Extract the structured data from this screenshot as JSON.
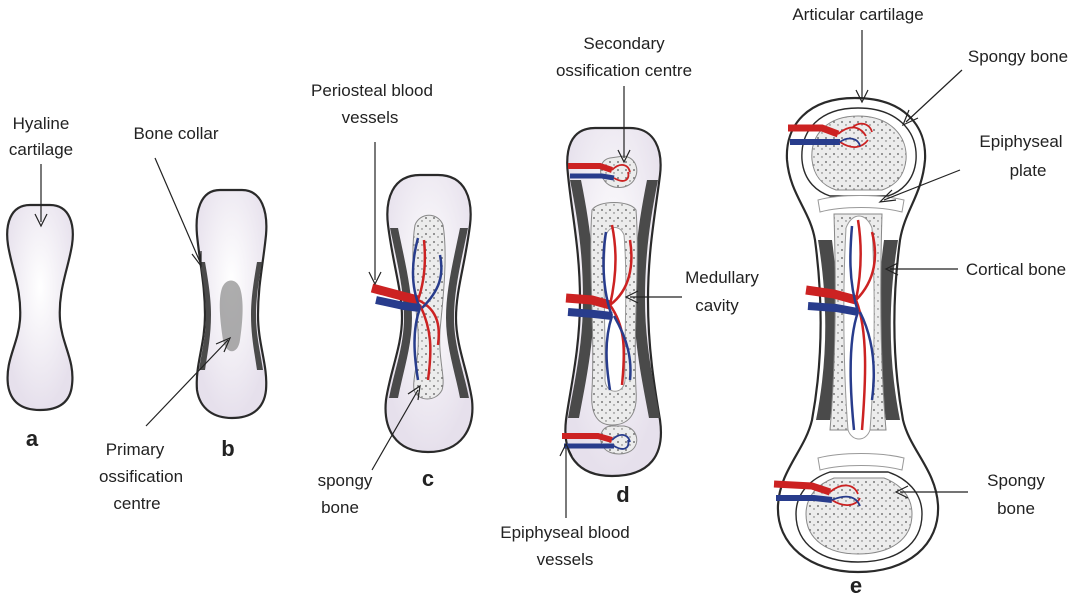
{
  "panels": [
    {
      "letter": "a",
      "labels": [
        "Hyaline",
        "cartilage"
      ]
    },
    {
      "letter": "b",
      "labels": [
        "Bone collar",
        "Primary",
        "ossification",
        "centre"
      ]
    },
    {
      "letter": "c",
      "labels": [
        "Periosteal blood",
        "vessels",
        "spongy",
        "bone"
      ]
    },
    {
      "letter": "d",
      "labels": [
        "Secondary",
        "ossification centre",
        "Medullary",
        "cavity",
        "Epiphyseal blood",
        "vessels"
      ]
    },
    {
      "letter": "e",
      "labels": [
        "Articular cartilage",
        "Spongy bone",
        "Epiphyseal",
        "plate",
        "Cortical bone",
        "Spongy",
        "bone"
      ]
    }
  ],
  "colors": {
    "cartilage": "#e9e4ee",
    "spongy": "#ebebeb",
    "cortical": "#4a4a4a",
    "artery": "#cc2222",
    "vein": "#283c8c",
    "outline": "#2a2a2a"
  }
}
